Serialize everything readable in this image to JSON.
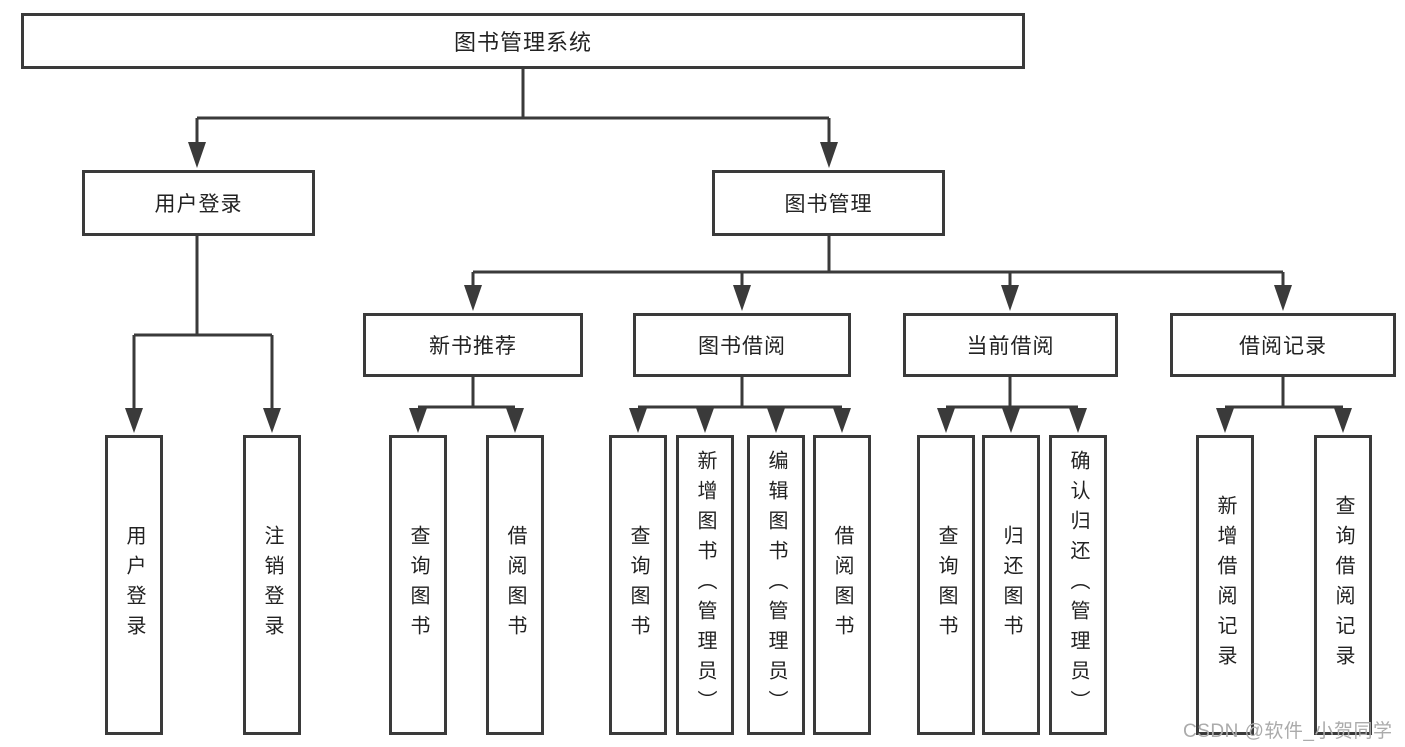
{
  "title": "图书管理系统",
  "level2": [
    {
      "id": "user-login",
      "label": "用户登录"
    },
    {
      "id": "book-management",
      "label": "图书管理"
    }
  ],
  "level3": [
    {
      "id": "new-book-recommend",
      "label": "新书推荐"
    },
    {
      "id": "book-borrowing",
      "label": "图书借阅"
    },
    {
      "id": "current-borrowing",
      "label": "当前借阅"
    },
    {
      "id": "borrowing-records",
      "label": "借阅记录"
    }
  ],
  "leaves": [
    {
      "id": "user-login-leaf",
      "label": "用户登录"
    },
    {
      "id": "logout-leaf",
      "label": "注销登录"
    },
    {
      "id": "query-books-recommend",
      "label": "查询图书"
    },
    {
      "id": "borrow-books-recommend",
      "label": "借阅图书"
    },
    {
      "id": "query-books-borrowing",
      "label": "查询图书"
    },
    {
      "id": "add-books-admin",
      "label": "新增图书（管理员）"
    },
    {
      "id": "edit-books-admin",
      "label": "编辑图书（管理员）"
    },
    {
      "id": "borrow-books-borrowing",
      "label": "借阅图书"
    },
    {
      "id": "query-books-current",
      "label": "查询图书"
    },
    {
      "id": "return-books",
      "label": "归还图书"
    },
    {
      "id": "confirm-return-admin",
      "label": "确认归还（管理员）"
    },
    {
      "id": "add-borrow-record",
      "label": "新增借阅记录"
    },
    {
      "id": "query-borrow-record",
      "label": "查询借阅记录"
    }
  ],
  "watermark": "CSDN @软件_小贺同学",
  "colors": {
    "line": "#3a3a3a",
    "text": "#222222",
    "background": "#ffffff",
    "watermark": "#ababab"
  }
}
